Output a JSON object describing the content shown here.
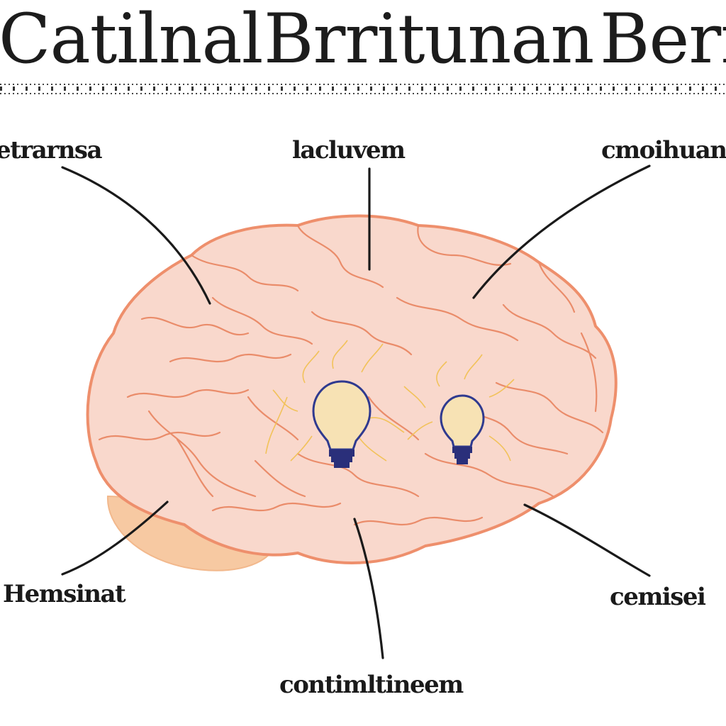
{
  "title": {
    "w1": "Catilnal",
    "w2": "Brritunan",
    "w3": "Berm"
  },
  "labels": {
    "top_left": "etrarnsa",
    "top_center": "lacluvem",
    "top_right": "cmoihuanc",
    "bottom_left": "Hemsinat",
    "bottom_right": "cemisei",
    "bottom_center": "contimltineem"
  },
  "colors": {
    "brain_fill": "#f9d8cc",
    "brain_outline": "#ee8f6c",
    "cerebellum_fill": "#f7c9a2",
    "bulb_fill": "#f7e2b4",
    "bulb_outline": "#2f3a8f",
    "rays": "#f2c25a",
    "leader_line": "#1a1a1a"
  },
  "icons": [
    "lightbulb-icon",
    "lightbulb-icon"
  ]
}
